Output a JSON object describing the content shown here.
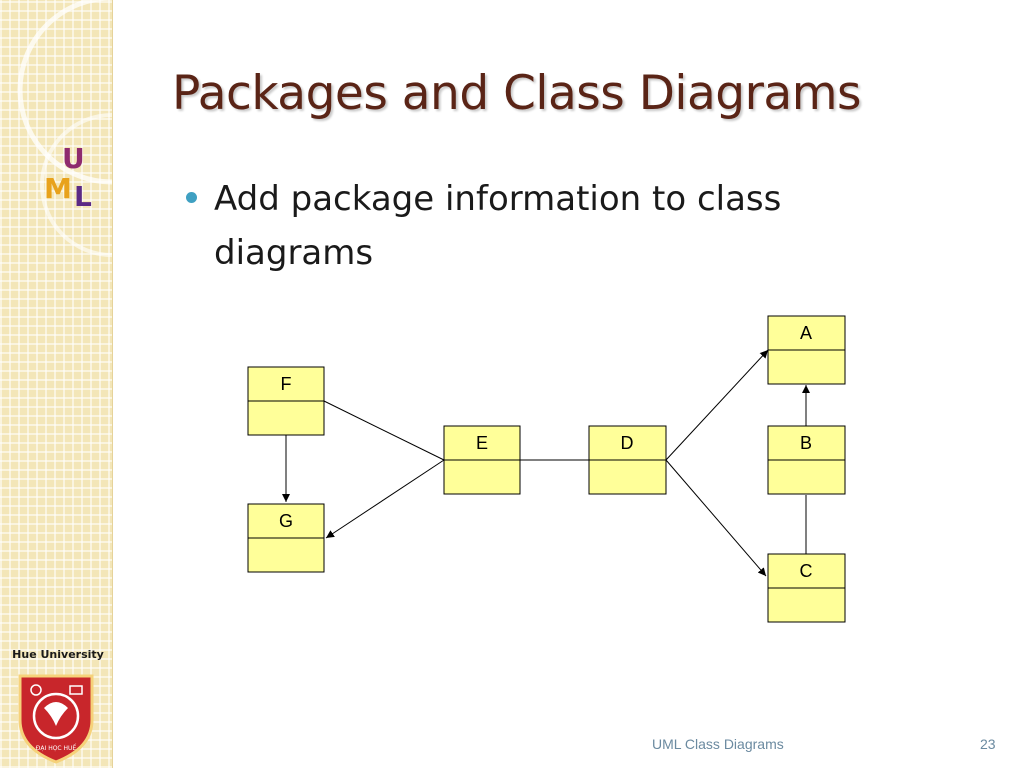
{
  "slide": {
    "title": "Packages and Class Diagrams",
    "bullets": [
      "Add package information to class diagrams"
    ]
  },
  "branding": {
    "logo_letters": [
      "U",
      "M",
      "L"
    ],
    "university": "Hue University",
    "crest_text": "ĐẠI HỌC HUẾ"
  },
  "diagram": {
    "classes": [
      "F",
      "G",
      "E",
      "D",
      "A",
      "B",
      "C"
    ],
    "relations": [
      {
        "from": "F",
        "to": "G",
        "type": "directed"
      },
      {
        "from": "F",
        "to": "E",
        "type": "association"
      },
      {
        "from": "E",
        "to": "G",
        "type": "directed"
      },
      {
        "from": "E",
        "to": "D",
        "type": "association"
      },
      {
        "from": "D",
        "to": "A",
        "type": "directed"
      },
      {
        "from": "D",
        "to": "C",
        "type": "directed"
      },
      {
        "from": "B",
        "to": "A",
        "type": "directed"
      },
      {
        "from": "B",
        "to": "C",
        "type": "association"
      }
    ]
  },
  "footer": {
    "label": "UML Class Diagrams",
    "page_number": "23"
  },
  "colors": {
    "title": "#5a2416",
    "bullet": "#3fa0c2",
    "class_fill": "#ffff99",
    "footer_text": "#6b8aa0",
    "sidebar": "#f3e6b8"
  }
}
